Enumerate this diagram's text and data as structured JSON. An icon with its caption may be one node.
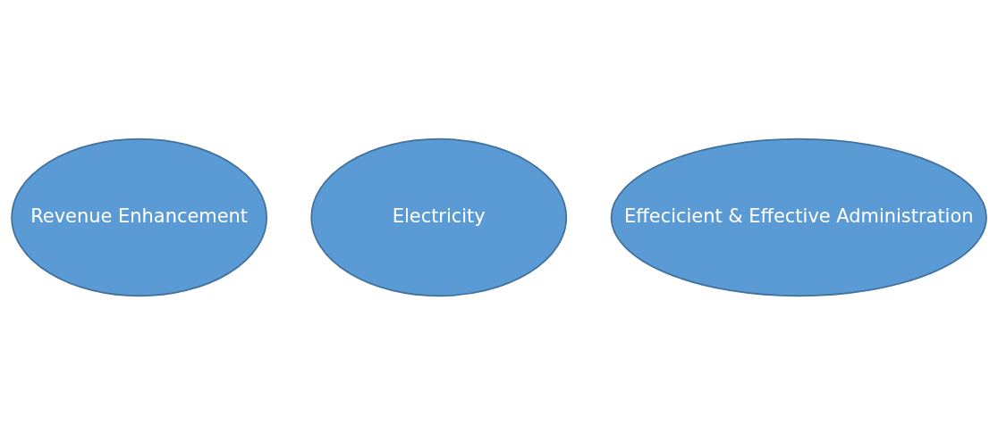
{
  "diagram": {
    "nodes": [
      {
        "text": [
          "Revenue Enhancement"
        ]
      },
      {
        "text": [
          "Electricity"
        ]
      },
      {
        "text": [
          "Effecicient & Effective Administration"
        ]
      }
    ]
  }
}
